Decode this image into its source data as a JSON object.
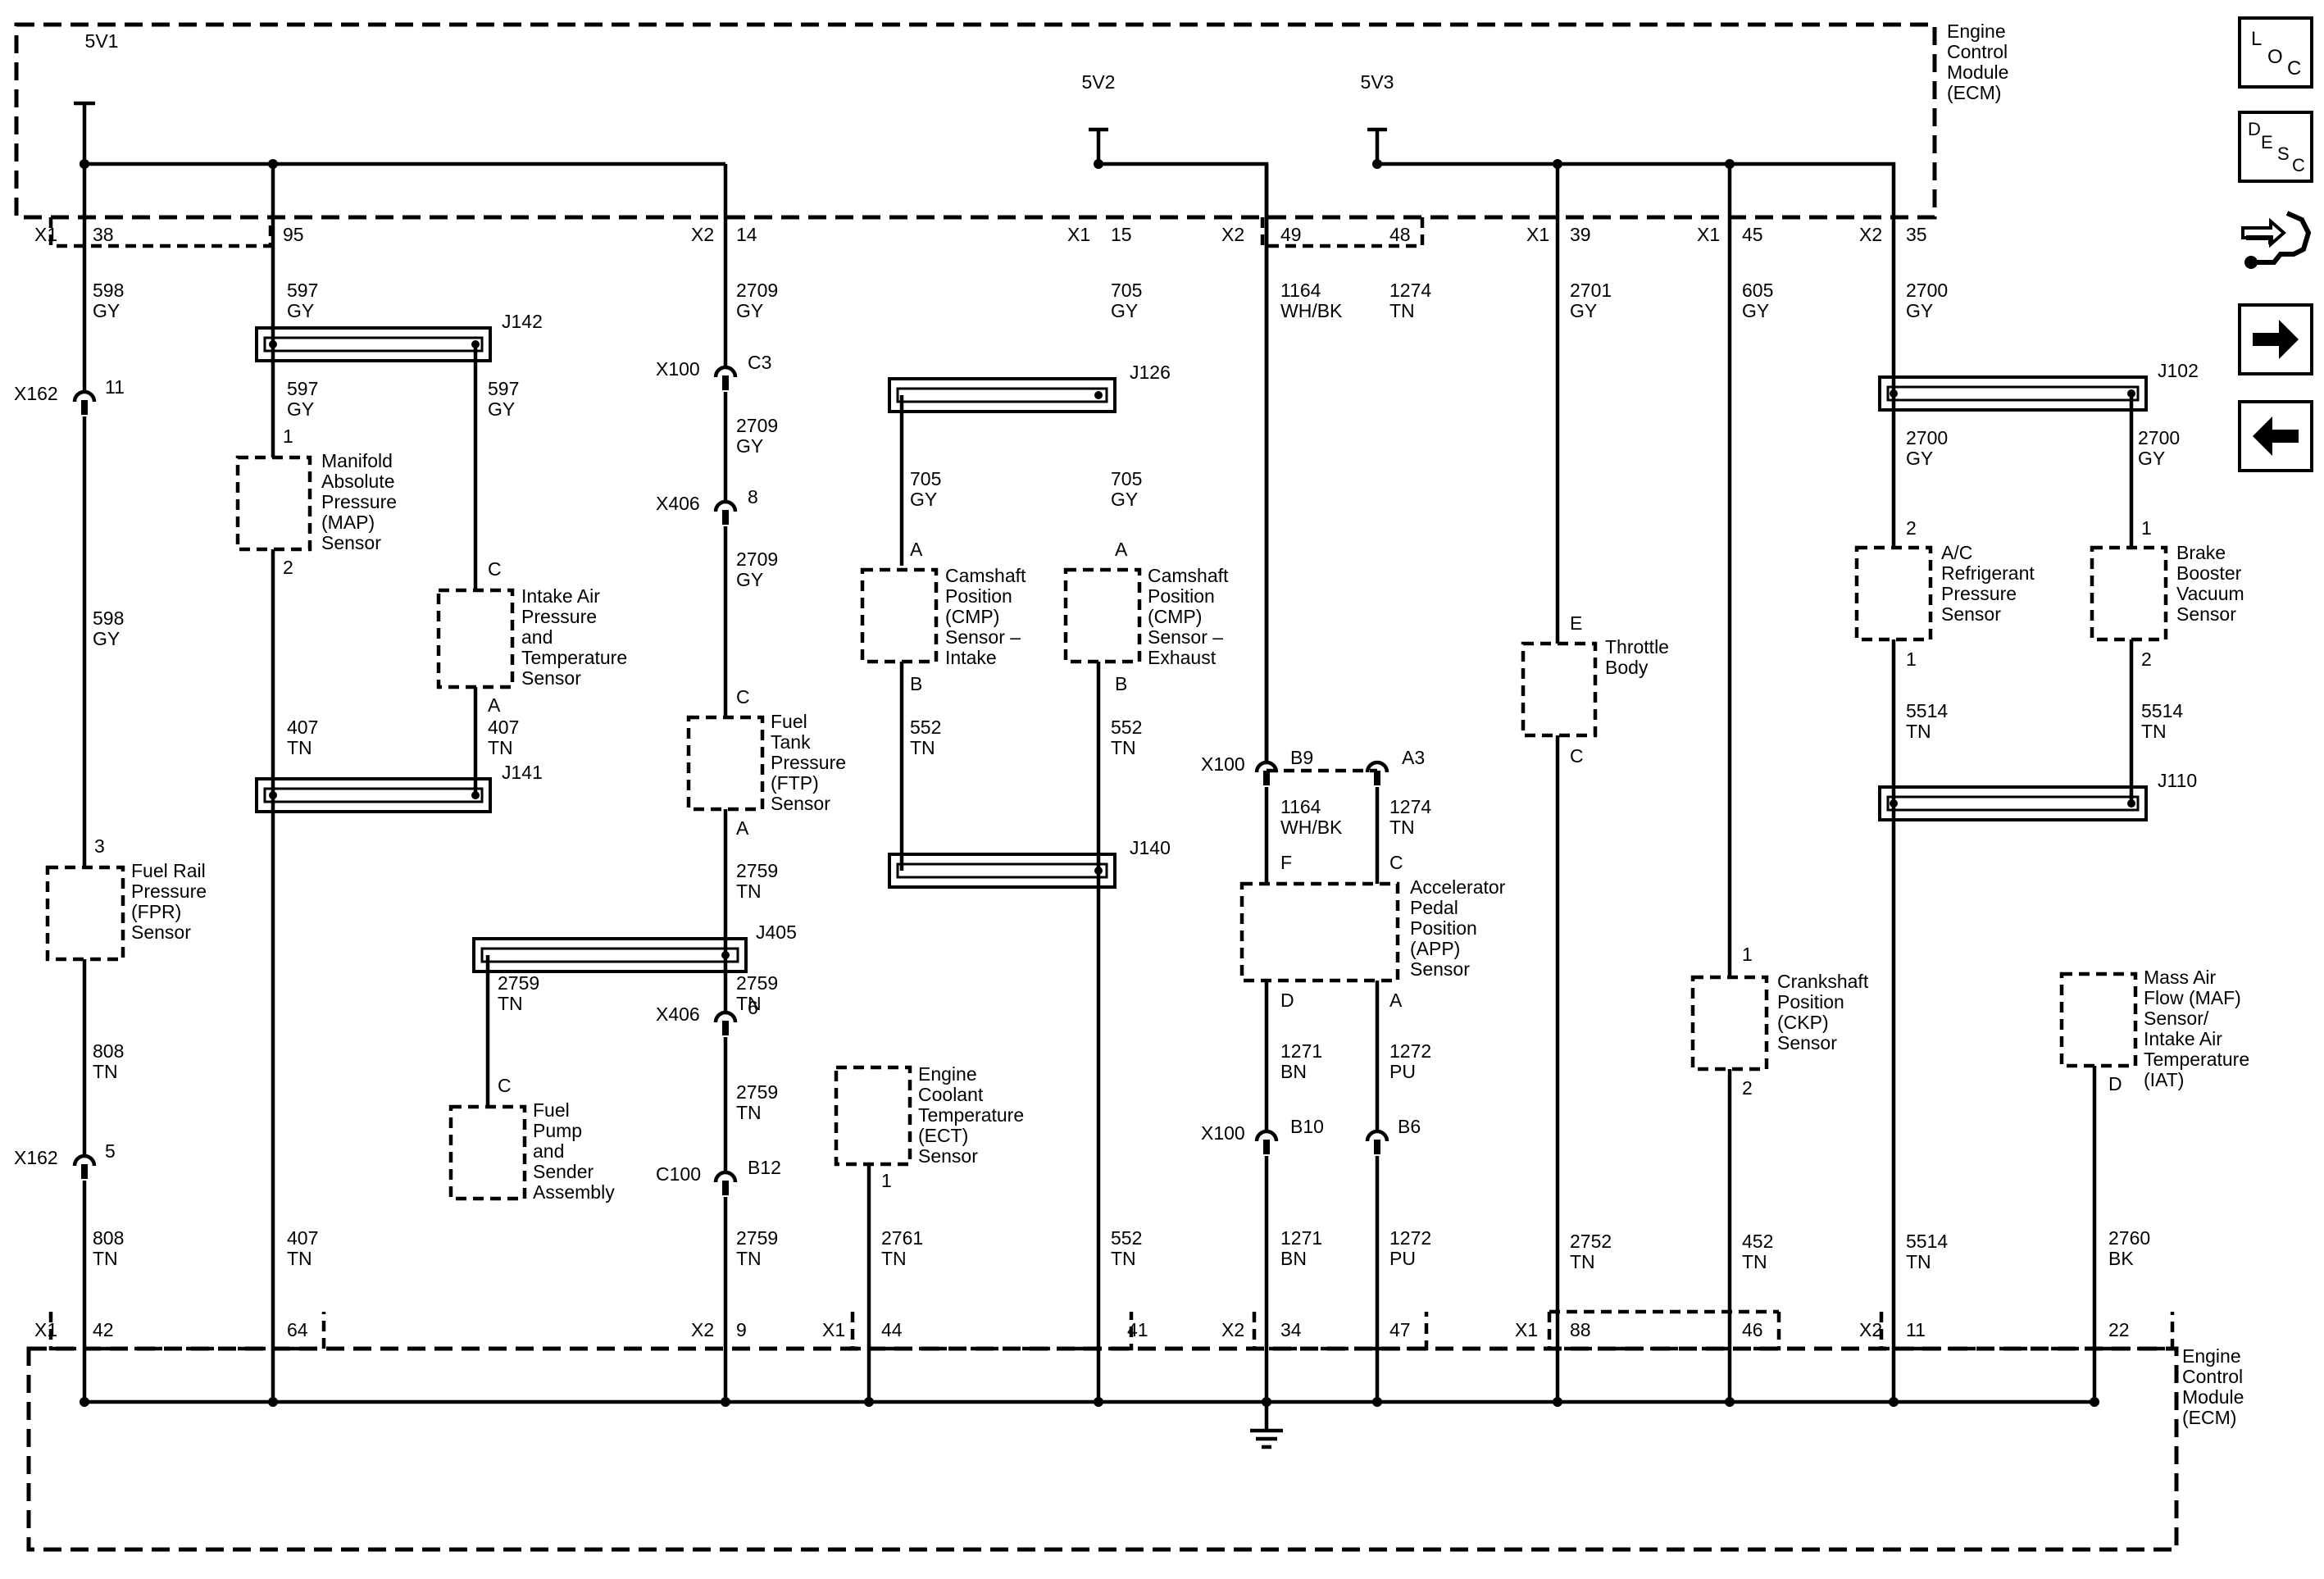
{
  "module": {
    "label": "Engine Control Module (ECM)",
    "lines": [
      "Engine",
      "Control",
      "Module",
      "(ECM)"
    ]
  },
  "nav": {
    "loc": [
      "L",
      "O",
      "C"
    ],
    "desc": [
      "D",
      "E",
      "S",
      "C"
    ]
  },
  "supplies": [
    {
      "id": "5v1",
      "label": "5V1"
    },
    {
      "id": "5v2",
      "label": "5V2"
    },
    {
      "id": "5v3",
      "label": "5V3"
    }
  ],
  "top_pins": [
    {
      "id": "t38",
      "conn": "X1",
      "pin": "38"
    },
    {
      "id": "t95",
      "conn": "",
      "pin": "95"
    },
    {
      "id": "t14",
      "conn": "X2",
      "pin": "14"
    },
    {
      "id": "t15",
      "conn": "X1",
      "pin": "15"
    },
    {
      "id": "t49",
      "conn": "X2",
      "pin": "49"
    },
    {
      "id": "t48",
      "conn": "",
      "pin": "48"
    },
    {
      "id": "t39",
      "conn": "X1",
      "pin": "39"
    },
    {
      "id": "t45",
      "conn": "X1",
      "pin": "45"
    },
    {
      "id": "t35",
      "conn": "X2",
      "pin": "35"
    }
  ],
  "bottom_pins": [
    {
      "id": "b42",
      "conn": "X1",
      "pin": "42"
    },
    {
      "id": "b64",
      "conn": "",
      "pin": "64"
    },
    {
      "id": "b9",
      "conn": "X2",
      "pin": "9"
    },
    {
      "id": "b44",
      "conn": "X1",
      "pin": "44"
    },
    {
      "id": "b41",
      "conn": "",
      "pin": "41"
    },
    {
      "id": "b34",
      "conn": "X2",
      "pin": "34"
    },
    {
      "id": "b47",
      "conn": "",
      "pin": "47"
    },
    {
      "id": "b88",
      "conn": "X1",
      "pin": "88"
    },
    {
      "id": "b46",
      "conn": "",
      "pin": "46"
    },
    {
      "id": "b11",
      "conn": "X2",
      "pin": "11"
    },
    {
      "id": "b22",
      "conn": "",
      "pin": "22"
    }
  ],
  "wire_labels": [
    {
      "id": "w598a",
      "circuit": "598",
      "color": "GY"
    },
    {
      "id": "w598b",
      "circuit": "598",
      "color": "GY"
    },
    {
      "id": "w808a",
      "circuit": "808",
      "color": "TN"
    },
    {
      "id": "w808b",
      "circuit": "808",
      "color": "TN"
    },
    {
      "id": "w597a",
      "circuit": "597",
      "color": "GY"
    },
    {
      "id": "w597b",
      "circuit": "597",
      "color": "GY"
    },
    {
      "id": "w597c",
      "circuit": "597",
      "color": "GY"
    },
    {
      "id": "w407a",
      "circuit": "407",
      "color": "TN"
    },
    {
      "id": "w407b",
      "circuit": "407",
      "color": "TN"
    },
    {
      "id": "w407c",
      "circuit": "407",
      "color": "TN"
    },
    {
      "id": "w2709a",
      "circuit": "2709",
      "color": "GY"
    },
    {
      "id": "w2709b",
      "circuit": "2709",
      "color": "GY"
    },
    {
      "id": "w2709c",
      "circuit": "2709",
      "color": "GY"
    },
    {
      "id": "w2759a",
      "circuit": "2759",
      "color": "TN"
    },
    {
      "id": "w2759b",
      "circuit": "2759",
      "color": "TN"
    },
    {
      "id": "w2759c",
      "circuit": "2759",
      "color": "TN"
    },
    {
      "id": "w2759d",
      "circuit": "2759",
      "color": "TN"
    },
    {
      "id": "w2759e",
      "circuit": "2759",
      "color": "TN"
    },
    {
      "id": "w2761",
      "circuit": "2761",
      "color": "TN"
    },
    {
      "id": "w705a",
      "circuit": "705",
      "color": "GY"
    },
    {
      "id": "w705b",
      "circuit": "705",
      "color": "GY"
    },
    {
      "id": "w705c",
      "circuit": "705",
      "color": "GY"
    },
    {
      "id": "w552a",
      "circuit": "552",
      "color": "TN"
    },
    {
      "id": "w552b",
      "circuit": "552",
      "color": "TN"
    },
    {
      "id": "w552c",
      "circuit": "552",
      "color": "TN"
    },
    {
      "id": "w1164a",
      "circuit": "1164",
      "color": "WH/BK"
    },
    {
      "id": "w1164b",
      "circuit": "1164",
      "color": "WH/BK"
    },
    {
      "id": "w1274a",
      "circuit": "1274",
      "color": "TN"
    },
    {
      "id": "w1274b",
      "circuit": "1274",
      "color": "TN"
    },
    {
      "id": "w1271a",
      "circuit": "1271",
      "color": "BN"
    },
    {
      "id": "w1271b",
      "circuit": "1271",
      "color": "BN"
    },
    {
      "id": "w1272a",
      "circuit": "1272",
      "color": "PU"
    },
    {
      "id": "w1272b",
      "circuit": "1272",
      "color": "PU"
    },
    {
      "id": "w2701",
      "circuit": "2701",
      "color": "GY"
    },
    {
      "id": "w2752",
      "circuit": "2752",
      "color": "TN"
    },
    {
      "id": "w605",
      "circuit": "605",
      "color": "GY"
    },
    {
      "id": "w452",
      "circuit": "452",
      "color": "TN"
    },
    {
      "id": "w2700a",
      "circuit": "2700",
      "color": "GY"
    },
    {
      "id": "w2700b",
      "circuit": "2700",
      "color": "GY"
    },
    {
      "id": "w2700c",
      "circuit": "2700",
      "color": "GY"
    },
    {
      "id": "w5514a",
      "circuit": "5514",
      "color": "TN"
    },
    {
      "id": "w5514b",
      "circuit": "5514",
      "color": "TN"
    },
    {
      "id": "w5514c",
      "circuit": "5514",
      "color": "TN"
    },
    {
      "id": "w2760",
      "circuit": "2760",
      "color": "BK"
    }
  ],
  "inline_connectors": [
    {
      "id": "x162a",
      "name": "X162",
      "pin": "11"
    },
    {
      "id": "x162b",
      "name": "X162",
      "pin": "5"
    },
    {
      "id": "x100a",
      "name": "X100",
      "pin": "C3"
    },
    {
      "id": "x406a",
      "name": "X406",
      "pin": "8"
    },
    {
      "id": "x406b",
      "name": "X406",
      "pin": "6"
    },
    {
      "id": "c100",
      "name": "C100",
      "pin": "B12"
    },
    {
      "id": "x100b",
      "name": "X100",
      "pin": "B9"
    },
    {
      "id": "x100b2",
      "name": "",
      "pin": "A3"
    },
    {
      "id": "x100c",
      "name": "X100",
      "pin": "B10"
    },
    {
      "id": "x100c2",
      "name": "",
      "pin": "B6"
    }
  ],
  "splices": [
    {
      "id": "j142",
      "label": "J142"
    },
    {
      "id": "j141",
      "label": "J141"
    },
    {
      "id": "j126",
      "label": "J126"
    },
    {
      "id": "j140",
      "label": "J140"
    },
    {
      "id": "j405",
      "label": "J405"
    },
    {
      "id": "j102",
      "label": "J102"
    },
    {
      "id": "j110",
      "label": "J110"
    }
  ],
  "components": [
    {
      "id": "fpr",
      "lines": [
        "Fuel Rail",
        "Pressure",
        "(FPR)",
        "Sensor"
      ],
      "pins": [
        "3"
      ]
    },
    {
      "id": "map",
      "lines": [
        "Manifold",
        "Absolute",
        "Pressure",
        "(MAP)",
        "Sensor"
      ],
      "pins": [
        "1",
        "2"
      ]
    },
    {
      "id": "iapt",
      "lines": [
        "Intake Air",
        "Pressure",
        "and",
        "Temperature",
        "Sensor"
      ],
      "pins": [
        "C",
        "A"
      ]
    },
    {
      "id": "ftp",
      "lines": [
        "Fuel",
        "Tank",
        "Pressure",
        "(FTP)",
        "Sensor"
      ],
      "pins": [
        "C",
        "A"
      ]
    },
    {
      "id": "pump",
      "lines": [
        "Fuel",
        "Pump",
        "and",
        "Sender",
        "Assembly"
      ],
      "pins": [
        "C"
      ]
    },
    {
      "id": "ect",
      "lines": [
        "Engine",
        "Coolant",
        "Temperature",
        "(ECT)",
        "Sensor"
      ],
      "pins": [
        "1"
      ]
    },
    {
      "id": "cmpi",
      "lines": [
        "Camshaft",
        "Position",
        "(CMP)",
        "Sensor –",
        "Intake"
      ],
      "pins": [
        "A",
        "B"
      ]
    },
    {
      "id": "cmpe",
      "lines": [
        "Camshaft",
        "Position",
        "(CMP)",
        "Sensor –",
        "Exhaust"
      ],
      "pins": [
        "A",
        "B"
      ]
    },
    {
      "id": "app",
      "lines": [
        "Accelerator",
        "Pedal",
        "Position",
        "(APP)",
        "Sensor"
      ],
      "pins": [
        "F",
        "C",
        "D",
        "A"
      ]
    },
    {
      "id": "tb",
      "lines": [
        "Throttle",
        "Body"
      ],
      "pins": [
        "E",
        "C"
      ]
    },
    {
      "id": "ckp",
      "lines": [
        "Crankshaft",
        "Position",
        "(CKP)",
        "Sensor"
      ],
      "pins": [
        "1",
        "2"
      ]
    },
    {
      "id": "acr",
      "lines": [
        "A/C",
        "Refrigerant",
        "Pressure",
        "Sensor"
      ],
      "pins": [
        "2",
        "1"
      ]
    },
    {
      "id": "bbv",
      "lines": [
        "Brake",
        "Booster",
        "Vacuum",
        "Sensor"
      ],
      "pins": [
        "1",
        "2"
      ]
    },
    {
      "id": "maf",
      "lines": [
        "Mass Air",
        "Flow (MAF)",
        "Sensor/",
        "Intake Air",
        "Temperature",
        "(IAT)"
      ],
      "pins": [
        "D"
      ]
    }
  ]
}
